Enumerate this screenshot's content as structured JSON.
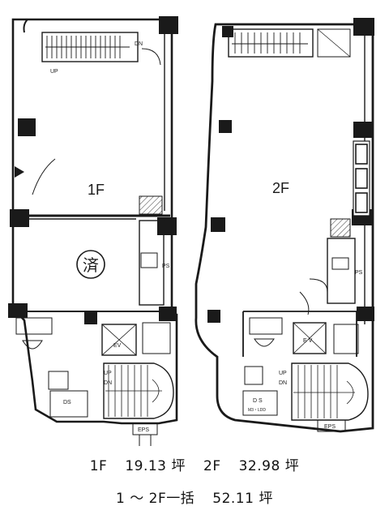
{
  "floors": [
    {
      "label": "1F",
      "area_value": "19.13",
      "area_unit": "坪"
    },
    {
      "label": "2F",
      "area_value": "32.98",
      "area_unit": "坪"
    }
  ],
  "total": {
    "label": "1 ～ 2F一括",
    "area_value": "52.11",
    "area_unit": "坪"
  },
  "stamp": "済",
  "room_labels": {
    "ev_1f": "EV",
    "ev_2f": "E V",
    "ds_1f": "DS",
    "ds_2f": "D S",
    "ps_1f": "PS",
    "ps_2f": "PS",
    "eps_1f": "EPS",
    "eps_2f": "EPS",
    "up_1f_top": "UP",
    "dn_1f_top": "DN",
    "up_1f_core": "UP",
    "dn_1f_core": "DN",
    "up_2f_core": "UP",
    "dn_2f_core": "DN",
    "ds_2f_sub": "M3・LDD"
  },
  "colors": {
    "line": "#1a1a1a",
    "fill": "#eeeeee",
    "paper": "#ffffff"
  }
}
